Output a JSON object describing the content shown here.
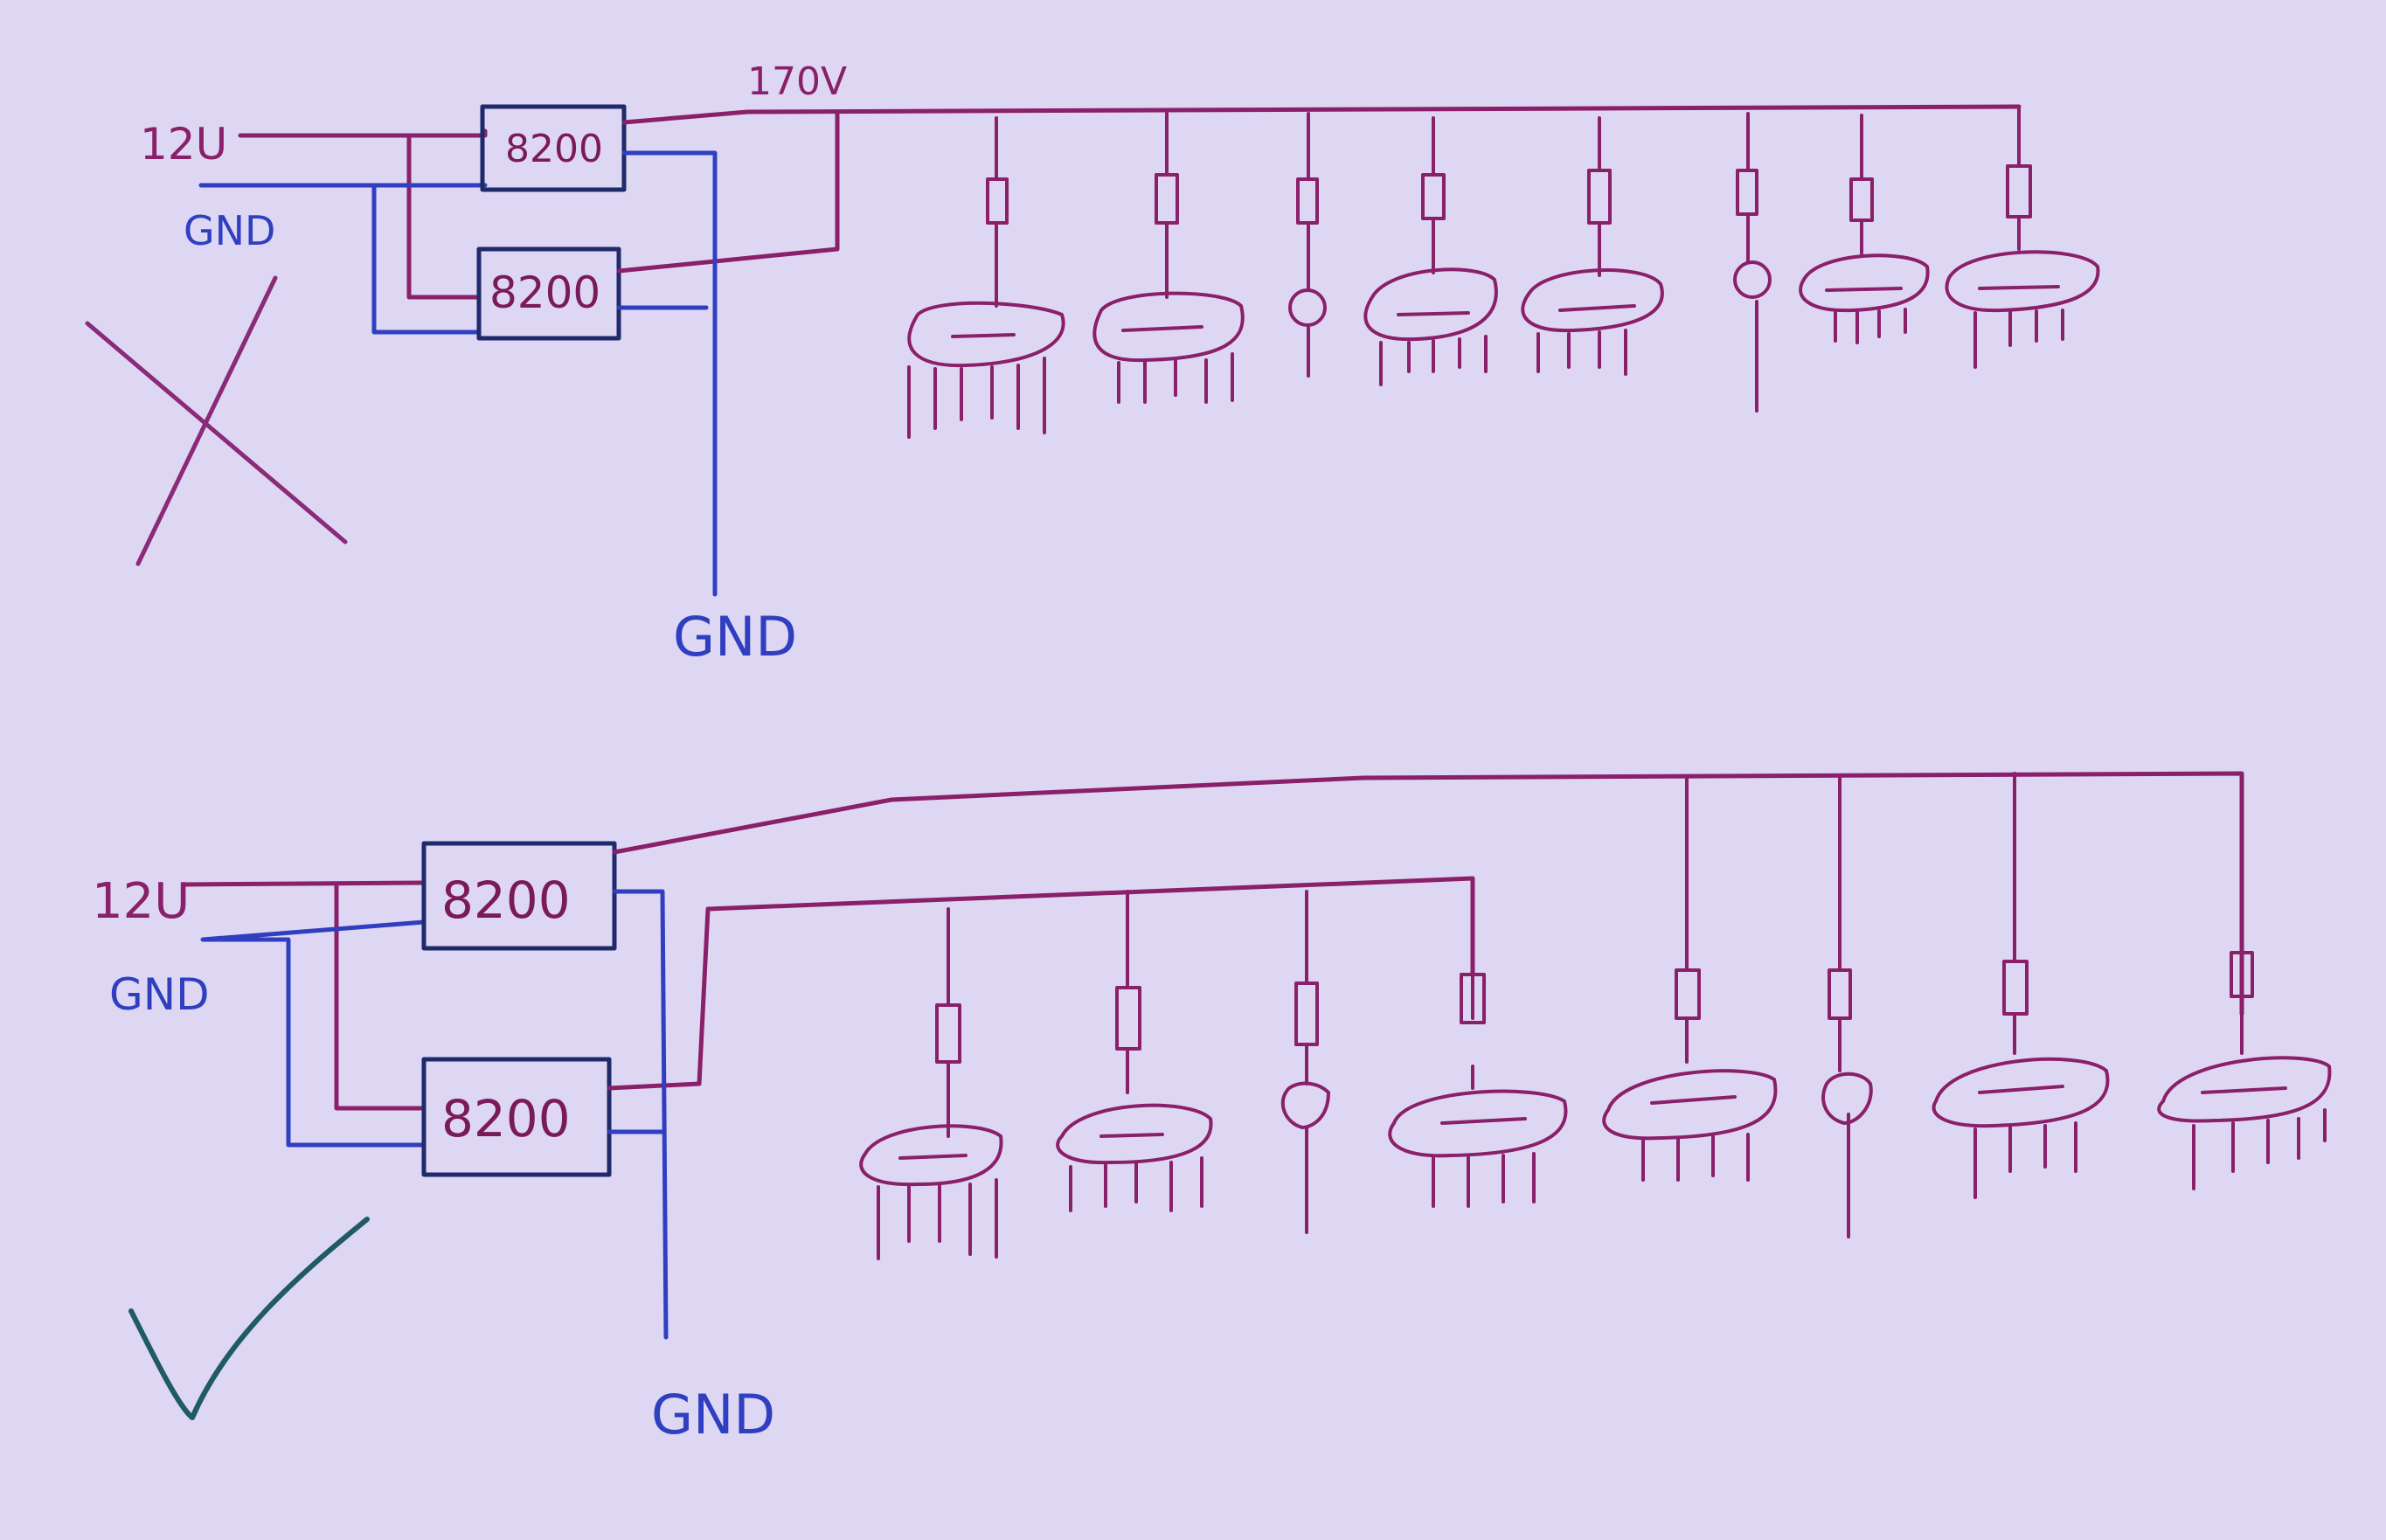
{
  "colors": {
    "paper": "#d9d2f2",
    "red_ink": "#8a1f6a",
    "blue_ink": "#2f3fc0",
    "x_mark": "#8a2a78",
    "check_mark": "#1f5a66"
  },
  "top_circuit": {
    "input_label": "12U",
    "gnd_label": "GND",
    "module_1": "8200",
    "module_2": "8200",
    "voltage_label": "170V",
    "output_gnd_label": "GND",
    "verdict_icon": "x-mark"
  },
  "bottom_circuit": {
    "input_label": "12U",
    "gnd_label": "GND",
    "module_1": "8200",
    "module_2": "8200",
    "output_gnd_label": "GND",
    "verdict_icon": "check-mark"
  }
}
